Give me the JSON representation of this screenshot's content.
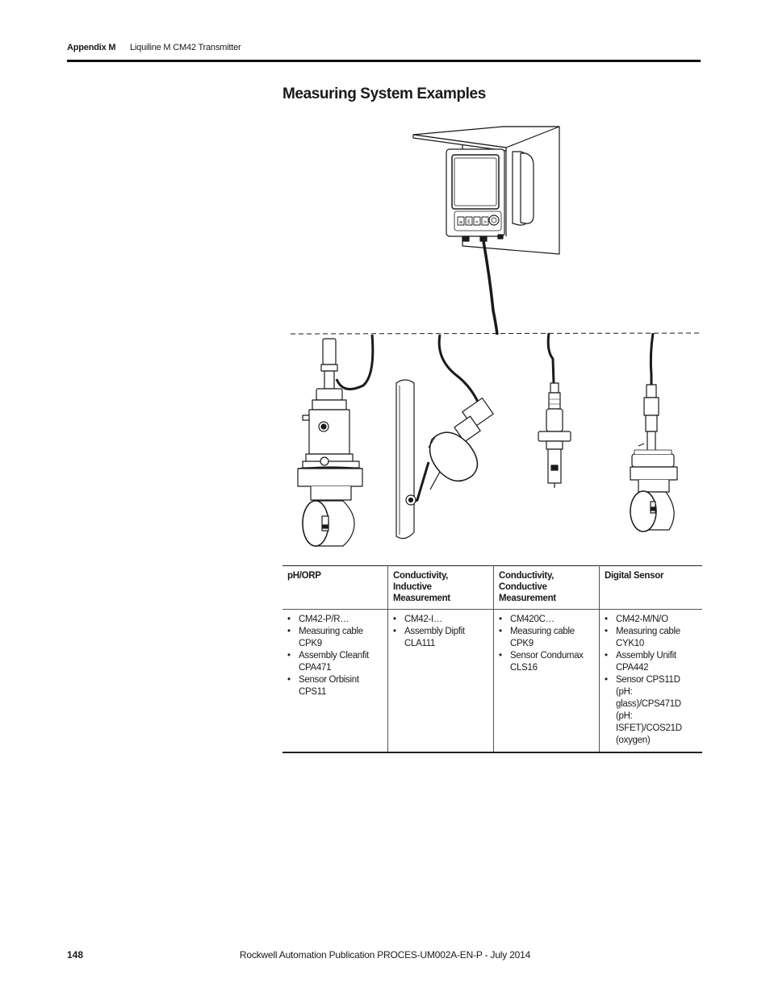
{
  "header": {
    "appendix": "Appendix M",
    "chapter": "Liquiline M CM42 Transmitter"
  },
  "section_title": "Measuring System Examples",
  "figure": {
    "transmitter_key_symbols": [
      "≡",
      "E",
      "<",
      ">"
    ]
  },
  "table": {
    "columns": [
      {
        "header": "pH/ORP",
        "items": [
          "CM42-P/R…",
          "Measuring cable CPK9",
          "Assembly Cleanfit CPA471",
          "Sensor Orbisint CPS11"
        ]
      },
      {
        "header": "Conductivity, Inductive Measurement",
        "items": [
          "CM42-I…",
          "Assembly Dipfit CLA111"
        ]
      },
      {
        "header": "Conductivity, Conductive Measurement",
        "items": [
          "CM420C…",
          "Measuring cable CPK9",
          "Sensor Condumax CLS16"
        ]
      },
      {
        "header": "Digital Sensor",
        "items": [
          "CM42-M/N/O",
          "Measuring cable CYK10",
          "Assembly Unifit CPA442",
          "Sensor CPS11D (pH: glass)/CPS471D (pH: ISFET)/COS21D (oxygen)"
        ]
      }
    ]
  },
  "footer": {
    "page_number": "148",
    "publication": "Rockwell Automation Publication PROCES-UM002A-EN-P - July 2014"
  }
}
